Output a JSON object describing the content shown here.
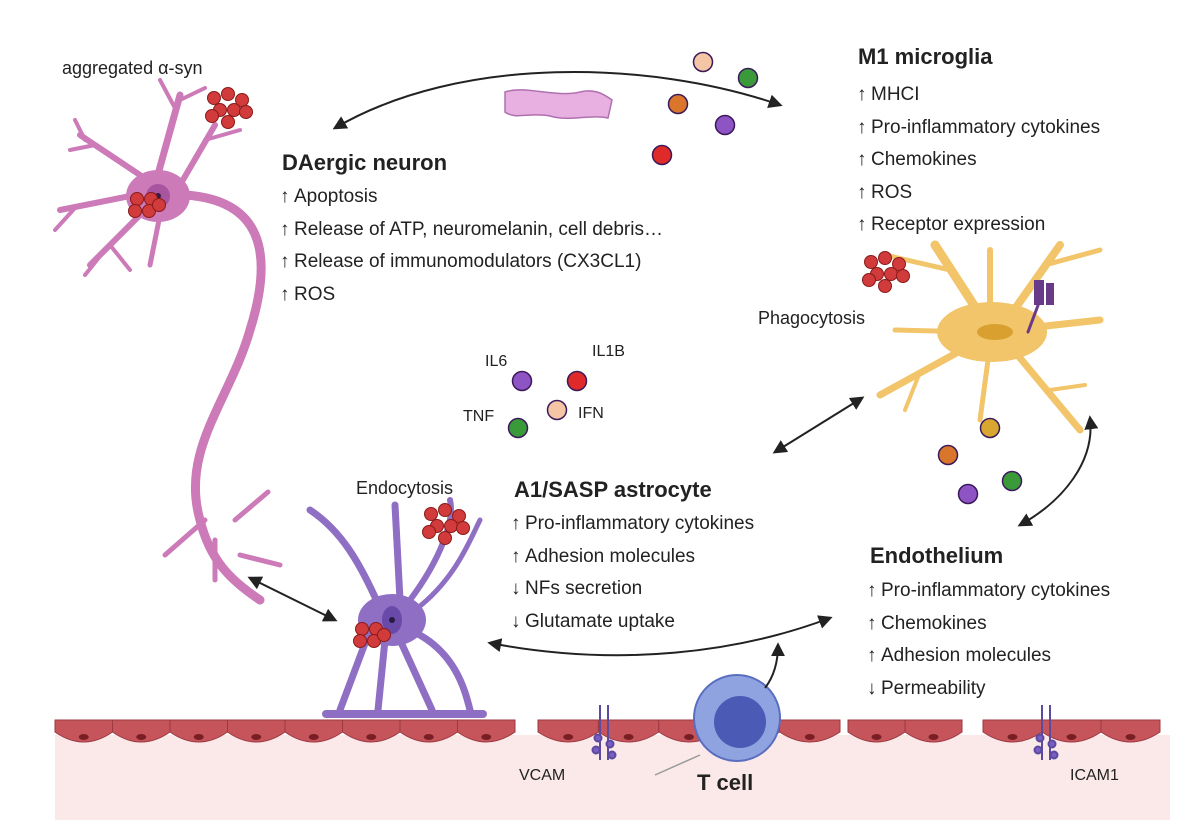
{
  "labels": {
    "asyn": "aggregated α-syn",
    "phagocytosis": "Phagocytosis",
    "endocytosis": "Endocytosis",
    "il6": "IL6",
    "il1b": "IL1B",
    "tnf": "TNF",
    "ifn": "IFN",
    "vcam": "VCAM",
    "icam": "ICAM1",
    "tcell": "T cell"
  },
  "neuron": {
    "title": "DAergic neuron",
    "items": [
      {
        "arrow": "↑",
        "text": "Apoptosis"
      },
      {
        "arrow": "↑",
        "text": "Release of ATP, neuromelanin, cell debris…"
      },
      {
        "arrow": "↑",
        "text": "Release of immunomodulators (CX3CL1)"
      },
      {
        "arrow": "↑",
        "text": "ROS"
      }
    ]
  },
  "microglia": {
    "title": "M1 microglia",
    "items": [
      {
        "arrow": "↑",
        "text": "MHCI"
      },
      {
        "arrow": "↑",
        "text": "Pro-inflammatory cytokines"
      },
      {
        "arrow": "↑",
        "text": "Chemokines"
      },
      {
        "arrow": "↑",
        "text": "ROS"
      },
      {
        "arrow": "↑",
        "text": "Receptor expression"
      }
    ]
  },
  "astrocyte": {
    "title": "A1/SASP astrocyte",
    "items": [
      {
        "arrow": "↑",
        "text": "Pro-inflammatory cytokines"
      },
      {
        "arrow": "↑",
        "text": "Adhesion molecules"
      },
      {
        "arrow": "↓",
        "text": "NFs secretion"
      },
      {
        "arrow": "↓",
        "text": "Glutamate uptake"
      }
    ]
  },
  "endothelium": {
    "title": "Endothelium",
    "items": [
      {
        "arrow": "↑",
        "text": "Pro-inflammatory cytokines"
      },
      {
        "arrow": "↑",
        "text": "Chemokines"
      },
      {
        "arrow": "↑",
        "text": "Adhesion molecules"
      },
      {
        "arrow": "↓",
        "text": "Permeability"
      }
    ]
  },
  "colors": {
    "neuron": "#cc7ab8",
    "astrocyte": "#8f6fc4",
    "microglia": "#f2c56b",
    "asyn": "#d13b3b",
    "endothelium": "#c6545b",
    "tissue": "#fbe8e8",
    "il6": "#8e54c4",
    "il1b": "#e02a2a",
    "tnf": "#3a9a3a",
    "ifn": "#f5c6a5",
    "orange": "#d9762c",
    "gold": "#d9a630",
    "tcell": "#8fa3e0"
  }
}
